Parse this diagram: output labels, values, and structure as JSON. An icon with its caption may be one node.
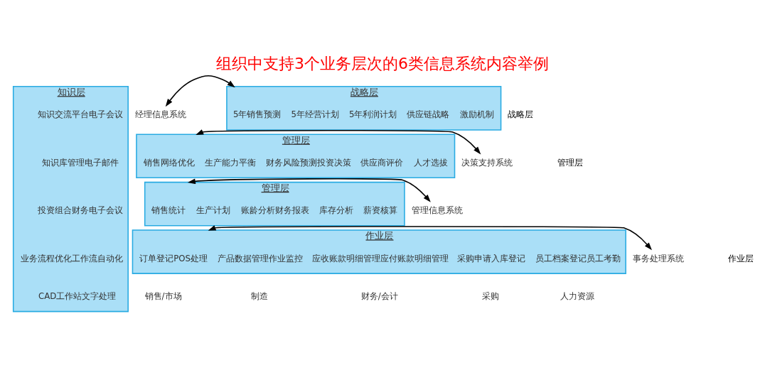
{
  "diagram": {
    "title": "组织中支持3个业务层次的6类信息系统内容举例",
    "nodes": [
      {
        "text": [
          "知识层"
        ]
      },
      {
        "text": [
          "知识交流平台电子会议"
        ],
        "in": 0
      },
      {
        "text": [
          "知识库管理电子邮件"
        ],
        "in": 0
      },
      {
        "text": [
          "投资组合财务电子会议"
        ],
        "in": 0
      },
      {
        "text": [
          "业务流程优化工作流自动化"
        ],
        "in": 0
      },
      {
        "text": [
          "CAD工作站文字处理"
        ],
        "in": 0
      },
      {
        "text": [
          "经理信息系统"
        ]
      },
      {
        "text": [
          "战略层"
        ]
      },
      {
        "text": [
          "5年销售预测"
        ],
        "in": 7
      },
      {
        "text": [
          "5年经营计划"
        ],
        "in": 7
      },
      {
        "text": [
          "5年利润计划"
        ],
        "in": 7
      },
      {
        "text": [
          "供应链战略"
        ],
        "in": 7
      },
      {
        "text": [
          "激励机制"
        ],
        "in": 7
      },
      {
        "text": [
          "决策支持系统"
        ]
      },
      {
        "text": [
          "管理层"
        ]
      },
      {
        "text": [
          "销售网络优化"
        ],
        "in": 14
      },
      {
        "text": [
          "生产能力平衡"
        ],
        "in": 14
      },
      {
        "text": [
          "财务风险预测投资决策"
        ],
        "in": 14
      },
      {
        "text": [
          "供应商评价"
        ],
        "in": 14
      },
      {
        "text": [
          "人才选拔"
        ],
        "in": 14
      },
      {
        "text": [
          "管理信息系统"
        ]
      },
      {
        "text": [
          "管理层"
        ]
      },
      {
        "text": [
          "销售统计"
        ],
        "in": 21
      },
      {
        "text": [
          "生产计划"
        ],
        "in": 21
      },
      {
        "text": [
          "账龄分析财务报表"
        ],
        "in": 21
      },
      {
        "text": [
          "库存分析"
        ],
        "in": 21
      },
      {
        "text": [
          "薪资核算"
        ],
        "in": 21
      },
      {
        "text": [
          "事务处理系统"
        ]
      },
      {
        "text": [
          "作业层"
        ]
      },
      {
        "text": [
          "订单登记POS处理"
        ],
        "in": 28
      },
      {
        "text": [
          "产品数据管理作业监控"
        ],
        "in": 28
      },
      {
        "text": [
          "应收账款明细管理应付账款明细管理"
        ],
        "in": 28
      },
      {
        "text": [
          "采购申请入库登记"
        ],
        "in": 28
      },
      {
        "text": [
          "员工档案登记员工考勤"
        ],
        "in": 28
      }
    ],
    "edges": [
      {
        "from": 6,
        "to": 7,
        "arrow": "both"
      },
      {
        "from": 13,
        "to": 14,
        "arrow": "both"
      },
      {
        "from": 20,
        "to": 21,
        "arrow": "both"
      },
      {
        "from": 27,
        "to": 28,
        "arrow": "both"
      }
    ],
    "labels": [
      "战略层",
      "管理层",
      "作业层",
      "销售/市场",
      "制造",
      "财务/会计",
      "采购",
      "人力资源"
    ]
  }
}
